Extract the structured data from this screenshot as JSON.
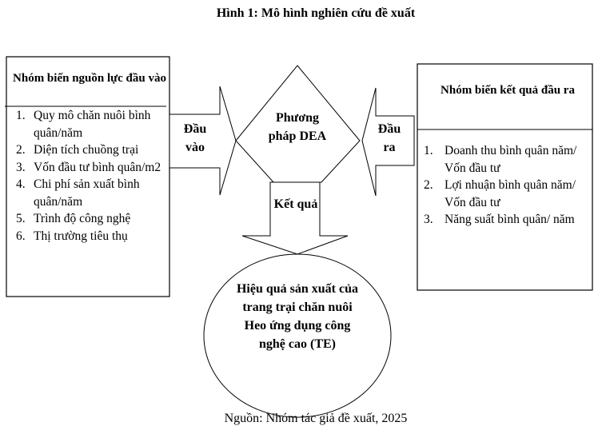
{
  "title": "Hình 1: Mô hình nghiên cứu đề xuất",
  "input_box": {
    "header": "Nhóm biến nguồn lực đầu vào",
    "items": [
      {
        "num": "1.",
        "text": "Quy mô chăn nuôi bình quân/năm"
      },
      {
        "num": "2.",
        "text": "Diện tích chuồng trại"
      },
      {
        "num": "3.",
        "text": "Vốn đầu tư bình quân/m2"
      },
      {
        "num": "4.",
        "text": "Chi phí sản xuất bình quân/năm"
      },
      {
        "num": "5.",
        "text": "Trình độ công nghệ"
      },
      {
        "num": "6.",
        "text": "Thị trường tiêu thụ"
      }
    ]
  },
  "input_arrow_label": "Đầu vào",
  "method_label": "Phương pháp DEA",
  "output_arrow_label": "Đầu ra",
  "result_arrow_label": "Kết quả",
  "result_ellipse": "Hiệu quả sản xuất của trang trại chăn nuôi Heo ứng dụng công nghệ cao (TE)",
  "output_box": {
    "header": "Nhóm biến kết quả đầu ra",
    "items": [
      {
        "num": "1.",
        "text": "Doanh thu bình quân năm/ Vốn đầu tư"
      },
      {
        "num": "2.",
        "text": "Lợi nhuận bình quân năm/ Vốn đầu tư"
      },
      {
        "num": "3.",
        "text": "Năng suất bình quân/ năm"
      }
    ]
  },
  "source": "Nguồn: Nhóm tác giả đề xuất, 2025"
}
